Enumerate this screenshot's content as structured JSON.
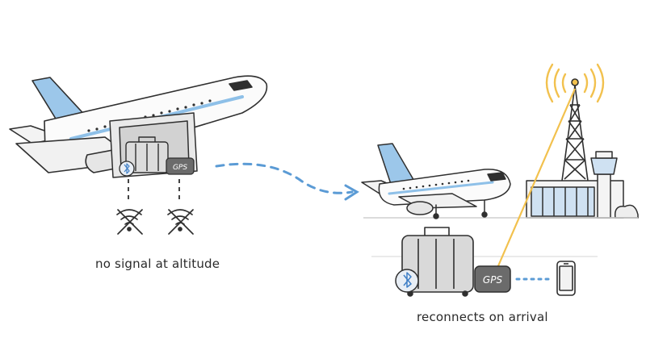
{
  "captions": {
    "left": "no signal at altitude",
    "right": "reconnects on arrival"
  },
  "labels": {
    "gps_in_hold": "GPS",
    "gps_on_ground": "GPS"
  },
  "icons": {
    "bluetooth": "bluetooth-icon",
    "no_signal": "no-signal-icon",
    "phone": "smartphone-icon",
    "tower": "cell-tower-icon"
  },
  "colors": {
    "accent_blue": "#5b9bd5",
    "signal_yellow": "#f2c14e",
    "ink": "#2f2f2f",
    "plane_body": "#fbfbfb",
    "plane_stripe": "#8ec0e8",
    "luggage": "#d9d9d9"
  }
}
